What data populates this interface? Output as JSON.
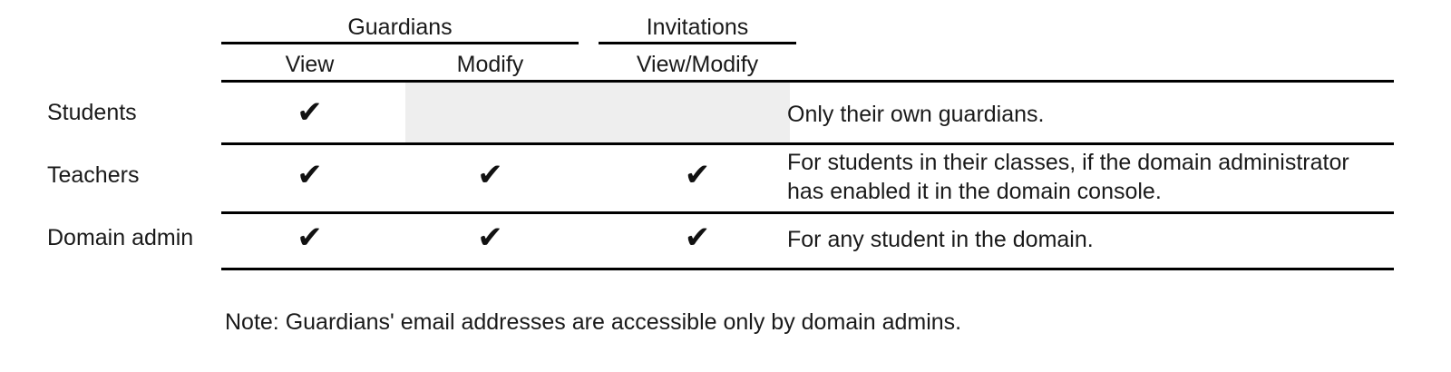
{
  "table": {
    "column_groups": [
      {
        "label": "Guardians",
        "spans": [
          "View",
          "Modify"
        ]
      },
      {
        "label": "Invitations",
        "spans": [
          "View/Modify"
        ]
      }
    ],
    "columns": [
      {
        "key": "role",
        "label": ""
      },
      {
        "key": "guardians_view",
        "label": "View"
      },
      {
        "key": "guardians_modify",
        "label": "Modify"
      },
      {
        "key": "invitations_view_modify",
        "label": "View/Modify"
      },
      {
        "key": "notes",
        "label": ""
      }
    ],
    "check_glyph": "✔",
    "rows": [
      {
        "role": "Students",
        "guardians_view": "✔",
        "guardians_modify": "",
        "invitations_view_modify": "",
        "notes": "Only their own guardians."
      },
      {
        "role": "Teachers",
        "guardians_view": "✔",
        "guardians_modify": "✔",
        "invitations_view_modify": "✔",
        "notes": "For students in their classes, if the domain administrator has enabled it in the domain console."
      },
      {
        "role": "Domain admin",
        "guardians_view": "✔",
        "guardians_modify": "✔",
        "invitations_view_modify": "✔",
        "notes": "For any student in the domain."
      }
    ]
  },
  "footer": {
    "note": "Note: Guardians' email addresses are accessible only by domain admins."
  },
  "colors": {
    "text": "#1a1a1a",
    "rule": "#000000",
    "disabled_cell": "#eeeeee",
    "background": "#ffffff"
  }
}
